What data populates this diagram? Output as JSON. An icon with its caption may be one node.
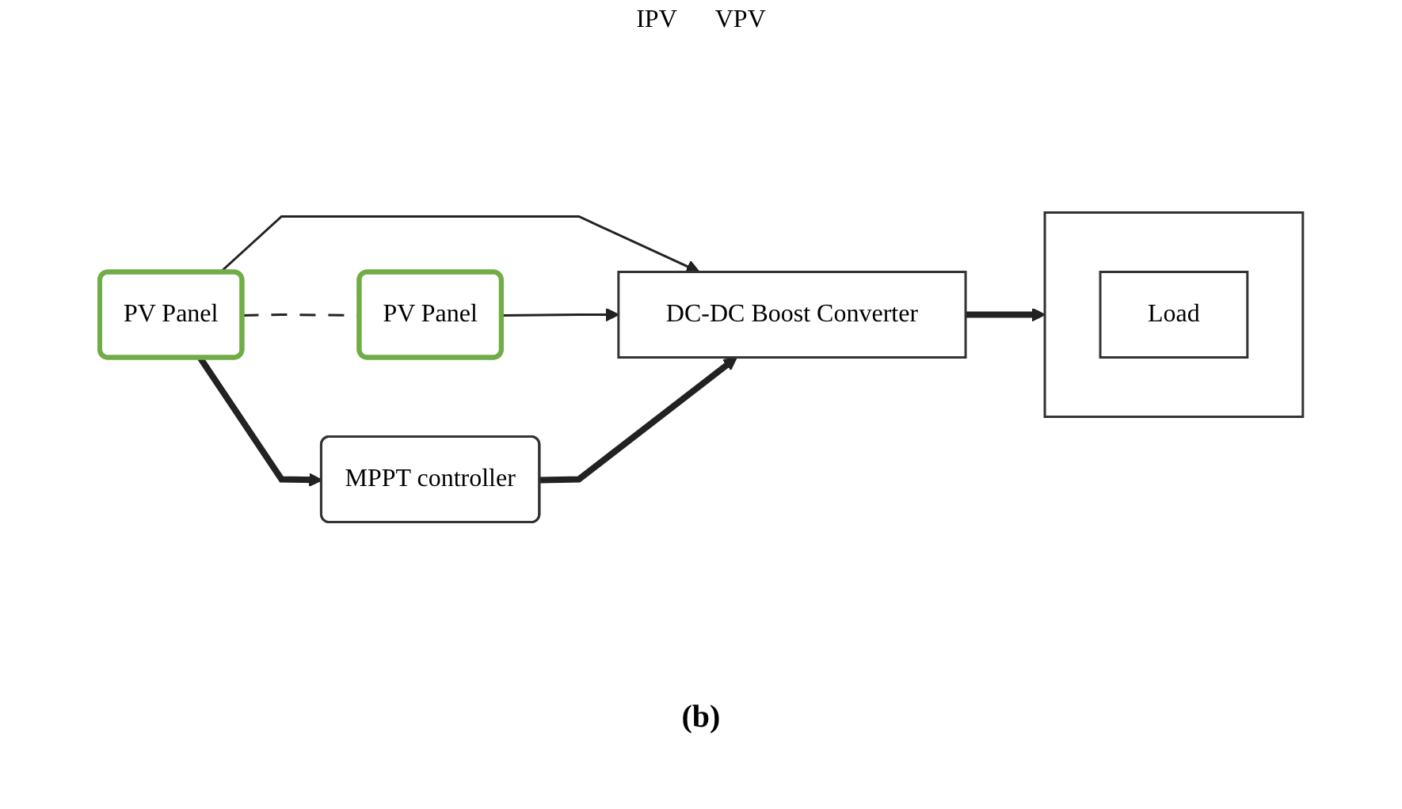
{
  "diagram": {
    "caption": "(b)",
    "nodes": [
      {
        "text": [
          "PV Panel"
        ]
      },
      {
        "text": [
          "PV Panel"
        ]
      },
      {
        "text": [
          "MPPT controller"
        ]
      },
      {
        "text": [
          "DC-DC Boost Converter"
        ]
      },
      {
        "text": [],
        "shape": "box"
      },
      {
        "text": [
          "Load"
        ],
        "in": 4
      }
    ],
    "edges": [
      {
        "from": 0,
        "to": 1,
        "arrow": "none",
        "style": "dashed"
      },
      {
        "from": 0,
        "to": 3,
        "arrow": "to"
      },
      {
        "from": 0,
        "to": 2,
        "arrow": "to",
        "style": "thick"
      },
      {
        "from": 1,
        "to": 3,
        "arrow": "to"
      },
      {
        "from": 2,
        "to": 3,
        "arrow": "to",
        "style": "thick"
      },
      {
        "from": 3,
        "to": 4,
        "arrow": "to",
        "style": "thick"
      }
    ],
    "labels": [
      "IPV",
      "VPV"
    ]
  }
}
